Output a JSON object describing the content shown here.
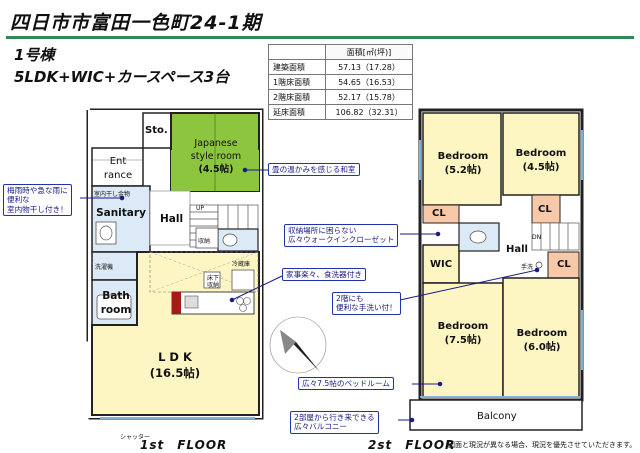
{
  "header": {
    "title": "四日市市富田一色町24-1期",
    "building": "1号棟",
    "layout": "5LDK+WIC+カースペース3台"
  },
  "area_table": {
    "header": "面積[㎡(坪)]",
    "rows": [
      {
        "label": "建築面積",
        "value": "57.13（17.28）"
      },
      {
        "label": "1階床面積",
        "value": "54.65（16.53）"
      },
      {
        "label": "2階床面積",
        "value": "52.17（15.78）"
      },
      {
        "label": "延床面積",
        "value": "106.82（32.31）"
      }
    ]
  },
  "floor1": {
    "label": "1st　FLOOR",
    "rooms": {
      "storage": "Sto.",
      "japanese_line1": "Japanese",
      "japanese_line2": "style room",
      "japanese_size": "(4.5帖)",
      "entrance_line1": "Ent",
      "entrance_line2": "rance",
      "sanitary": "Sanitary",
      "hall": "Hall",
      "bath_line1": "Bath",
      "bath_line2": "room",
      "ldk": "L D K",
      "ldk_size": "(16.5帖)"
    },
    "small_labels": {
      "drying": "室内干し金物",
      "laundry": "洗濯機",
      "storage": "収納",
      "pantry": "冷蔵庫",
      "underfloor_1": "床下",
      "underfloor_2": "収納",
      "up": "UP",
      "shutter": "シャッター"
    }
  },
  "floor2": {
    "label": "2st　FLOOR",
    "rooms": {
      "bed_a_name": "Bedroom",
      "bed_a_size": "(5.2帖)",
      "bed_b_name": "Bedroom",
      "bed_b_size": "(4.5帖)",
      "cl": "CL",
      "wic": "WIC",
      "hall": "Hall",
      "bed_c_name": "Bedroom",
      "bed_c_size": "(7.5帖)",
      "bed_d_name": "Bedroom",
      "bed_d_size": "(6.0帖)",
      "balcony": "Balcony"
    },
    "small_labels": {
      "dn": "DN",
      "wash": "手洗"
    }
  },
  "callouts": {
    "japanese": "畳の温かみを感じる和室",
    "drying_line1": "梅雨時や急な雨に",
    "drying_line2": "便利な",
    "drying_line3": "室内物干し付き！",
    "closet_line1": "収納場所に困らない",
    "closet_line2": "広々ウォークインクローゼット",
    "kitchen": "家事楽々、食洗器付き",
    "wash_line1": "2階にも",
    "wash_line2": "便利な手洗い付！",
    "bedroom": "広々7.5帖のベッドルーム",
    "balcony_line1": "2部屋から行き来できる",
    "balcony_line2": "広々バルコニー"
  },
  "footer_note": "図面と現況が異なる場合、現況を優先させていただきます。",
  "colors": {
    "accent_green": "#2e8b57",
    "japanese_room": "#8cc63f",
    "room_fill": "#fdf6c3",
    "sanitary_fill": "#dce9f7",
    "cl_fill": "#f8c9a8",
    "callout_border": "#2233aa"
  }
}
